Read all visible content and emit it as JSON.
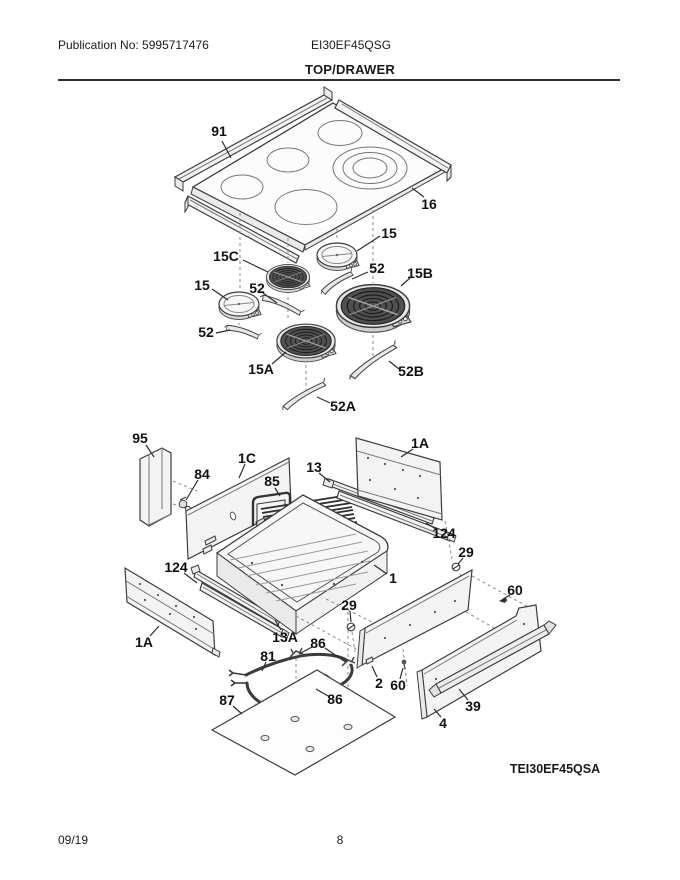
{
  "header": {
    "publication": "Publication No: 5995717476",
    "model": "EI30EF45QSG",
    "title": "TOP/DRAWER"
  },
  "diagram_code": "TEI30EF45QSA",
  "footer": {
    "date": "09/19",
    "page": "8"
  },
  "colors": {
    "ink": "#1a1a1a",
    "line_art": "#3d3d3d",
    "coil_fill": "#4f4f4f"
  },
  "parts": {
    "p91": "91",
    "p16": "16",
    "p15_right": "15",
    "p15C": "15C",
    "p52_top": "52",
    "p15B": "15B",
    "p15_left": "15",
    "p52_mid": "52",
    "p52_left": "52",
    "p15A": "15A",
    "p52B": "52B",
    "p52A": "52A",
    "p95": "95",
    "p1C": "1C",
    "p84": "84",
    "p85": "85",
    "p13": "13",
    "p1A_right": "1A",
    "p124_left": "124",
    "p124_right": "124",
    "p29_right": "29",
    "p1": "1",
    "p29_left": "29",
    "p13A": "13A",
    "p60_right": "60",
    "p1A_left": "1A",
    "p86_top": "86",
    "p81": "81",
    "p2": "2",
    "p60_left": "60",
    "p86_bottom": "86",
    "p39": "39",
    "p4": "4",
    "p87": "87"
  }
}
